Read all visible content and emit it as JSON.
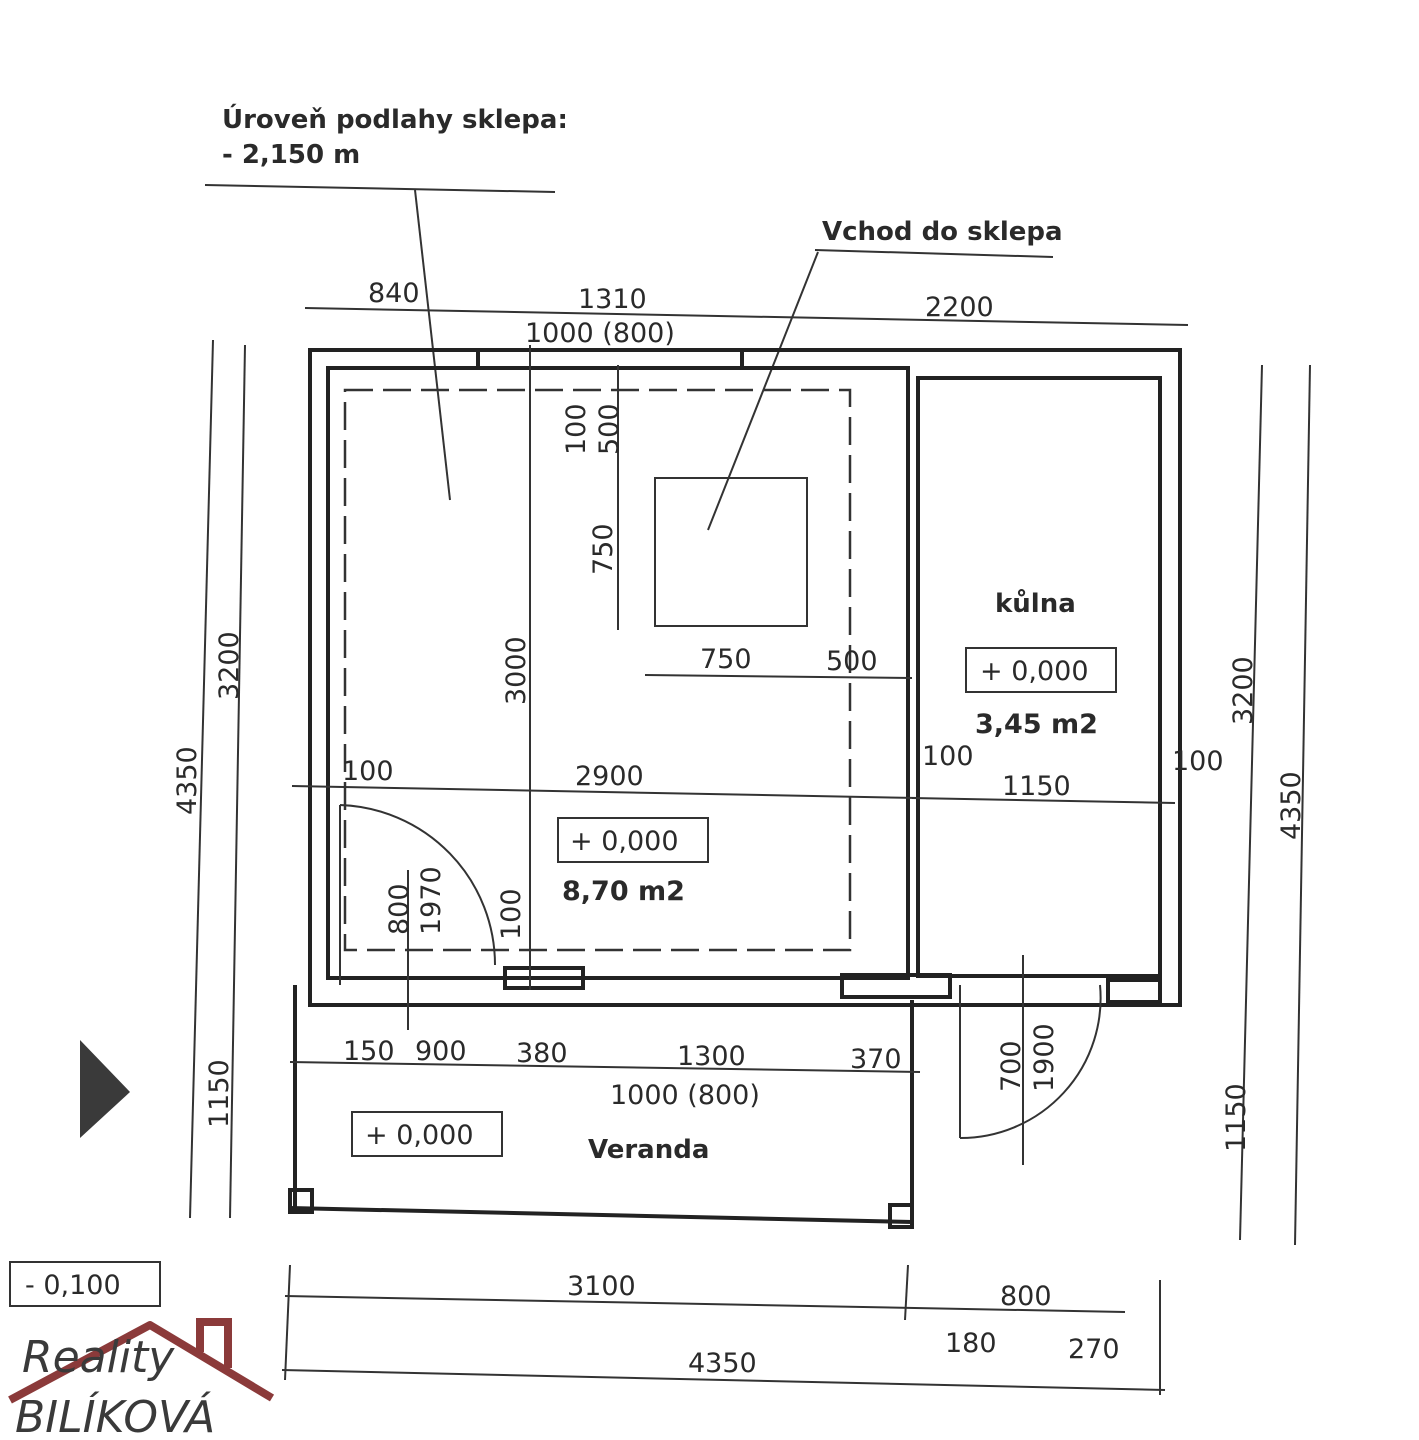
{
  "labels": {
    "cellar_floor_title": "Úroveň podlahy sklepa:",
    "cellar_floor_value": "- 2,150 m",
    "cellar_entry": "Vchod do sklepa",
    "shed": "kůlna",
    "veranda": "Veranda"
  },
  "levels": {
    "shed": "+ 0,000",
    "main_room": "+ 0,000",
    "veranda": "+ 0,000",
    "outside": "- 0,100"
  },
  "areas": {
    "shed": "3,45 m2",
    "main_room": "8,70 m2"
  },
  "dims": {
    "top": [
      "840",
      "1310",
      "2200"
    ],
    "top_door": "1000 (800)",
    "hatch_v": [
      "100",
      "500",
      "750"
    ],
    "hatch_h": [
      "750",
      "500"
    ],
    "room_height": "3000",
    "room_width": [
      "100",
      "2900",
      "100",
      "1150",
      "100"
    ],
    "door_left": [
      "800",
      "1970",
      "100"
    ],
    "left": [
      "3200",
      "4350",
      "1150"
    ],
    "right": [
      "3200",
      "4350",
      "1150"
    ],
    "veranda_row": [
      "150",
      "900",
      "380",
      "1300",
      "370"
    ],
    "veranda_door": "1000 (800)",
    "shed_door": [
      "700",
      "1900"
    ],
    "bottom": [
      "3100",
      "800",
      "180",
      "270",
      "4350"
    ]
  },
  "watermark": {
    "line1": "Reality",
    "line2": "BILÍKOVÁ",
    "color": "#8b3a3a"
  }
}
